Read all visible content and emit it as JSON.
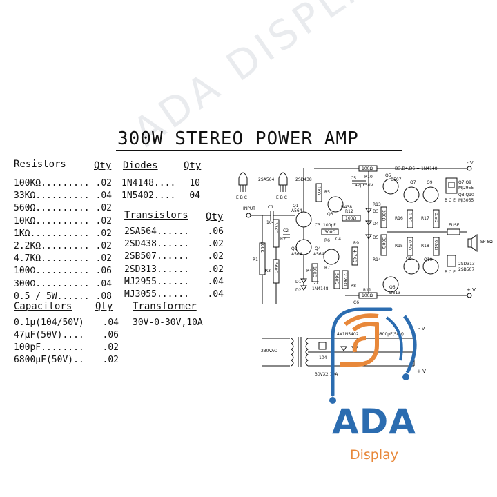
{
  "title": "300W  STEREO POWER AMP",
  "resistors": {
    "header": "Resistors",
    "qty_header": "Qty",
    "items": [
      {
        "name": "100KΩ.........",
        "qty": ".02"
      },
      {
        "name": "33KΩ..........",
        "qty": ".04"
      },
      {
        "name": "560Ω..........",
        "qty": ".02"
      },
      {
        "name": "10KΩ..........",
        "qty": ".02"
      },
      {
        "name": "1KΩ...........",
        "qty": ".02"
      },
      {
        "name": "2.2KΩ.........",
        "qty": ".02"
      },
      {
        "name": "4.7KΩ.........",
        "qty": ".02"
      },
      {
        "name": "100Ω..........",
        "qty": ".06"
      },
      {
        "name": "300Ω..........",
        "qty": ".04"
      },
      {
        "name": "0.5 / 5W......",
        "qty": ".08"
      }
    ]
  },
  "diodes": {
    "header": "Diodes",
    "qty_header": "Qty",
    "items": [
      {
        "name": "1N4148....",
        "qty": "10"
      },
      {
        "name": "1N5402....",
        "qty": "04"
      }
    ]
  },
  "transistors": {
    "header": "Transistors",
    "qty_header": "Qty",
    "items": [
      {
        "name": "2SA564......",
        "qty": ".06"
      },
      {
        "name": "2SD438......",
        "qty": ".02"
      },
      {
        "name": "2SB507......",
        "qty": ".02"
      },
      {
        "name": "2SD313......",
        "qty": ".02"
      },
      {
        "name": "MJ2955......",
        "qty": ".04"
      },
      {
        "name": "MJ3055......",
        "qty": ".04"
      }
    ]
  },
  "capacitors": {
    "header": "Capacitors",
    "qty_header": "Qty",
    "items": [
      {
        "name": "0.1μ(104/50V)",
        "qty": ".04"
      },
      {
        "name": "47μF(50V)....",
        "qty": ".06"
      },
      {
        "name": "100pF........",
        "qty": ".02"
      },
      {
        "name": "6800μF(50V)..",
        "qty": ".02"
      }
    ]
  },
  "transformer": {
    "header": "Transformer",
    "value": "30V-0-30V,10A"
  },
  "schematic": {
    "labels": {
      "minus_v_top": "- V",
      "plus_v": "+ V",
      "minus_v_psu": "- V",
      "plus_v_psu": "+ V",
      "input": "INPUT",
      "fuse": "FUSE",
      "speaker": "SP 8Ω",
      "mains": "230VAC",
      "secondary": "30VX2,10A",
      "bridge": "4X1N5402",
      "filter_cap": "6800μF(50V)",
      "d3d4d6": "D3,D4,D6 = 1N4148",
      "q7q9": "Q7,Q9",
      "mj2955": "MJ2955",
      "q8q10": "Q8,Q10",
      "mj3055": "MJ3055",
      "bce": "B C E",
      "bce2": "B C E",
      "sd313": "2SD313",
      "sb507": "2SB507",
      "sa564": "2SA564",
      "sd438": "2SD438",
      "ebc": "E  B  C",
      "ebc2": "E  B  C",
      "q1": "Q1",
      "q1t": "A564",
      "q2": "Q2",
      "q2t": "A564",
      "q4": "Q4",
      "q4t": "A564",
      "q3": "Q3",
      "q3t": "D438",
      "q5": "Q5",
      "q5t": "B507",
      "q6": "Q6",
      "q6t": "D313",
      "q7": "Q7",
      "q8": "Q8",
      "q9": "Q9",
      "q10": "Q10",
      "r1": "R1",
      "r2": "R2",
      "r3": "R3",
      "r4": "R4",
      "r5": "R5",
      "r6": "R6",
      "r7": "R7",
      "r8": "R8",
      "r9": "R9",
      "r10": "R10",
      "r11": "R11",
      "r12": "R12",
      "r13": "R13",
      "r14": "R14",
      "r15": "R15",
      "r16": "R16",
      "r17": "R17",
      "r18": "R18",
      "c1": "C1",
      "c2": "C2",
      "c3": "C3",
      "c3v": "100pF",
      "c4": "C4",
      "c5": "C5",
      "c6": "C6",
      "c104": "104",
      "d1": "D1",
      "d2": "D2",
      "d3": "D3",
      "d4": "D4",
      "d5": "D5",
      "d2x": "2X",
      "d2xt": "1N4148",
      "v100k": "100K",
      "v560": "560Ω",
      "v33k": "33KΩ",
      "v10k": "10KΩ",
      "v1k": "1KΩ",
      "v22k": "2.2KΩ",
      "v47k": "4.7KΩ",
      "v100": "100Ω",
      "v300": "300Ω",
      "v05": "0.5Ω",
      "v47u": "47μF50V"
    }
  },
  "brand": {
    "name": "ADA",
    "sub": "Display",
    "watermark": "ADA DISPLAY",
    "blue": "#2b6cb0",
    "orange": "#e8883a"
  }
}
